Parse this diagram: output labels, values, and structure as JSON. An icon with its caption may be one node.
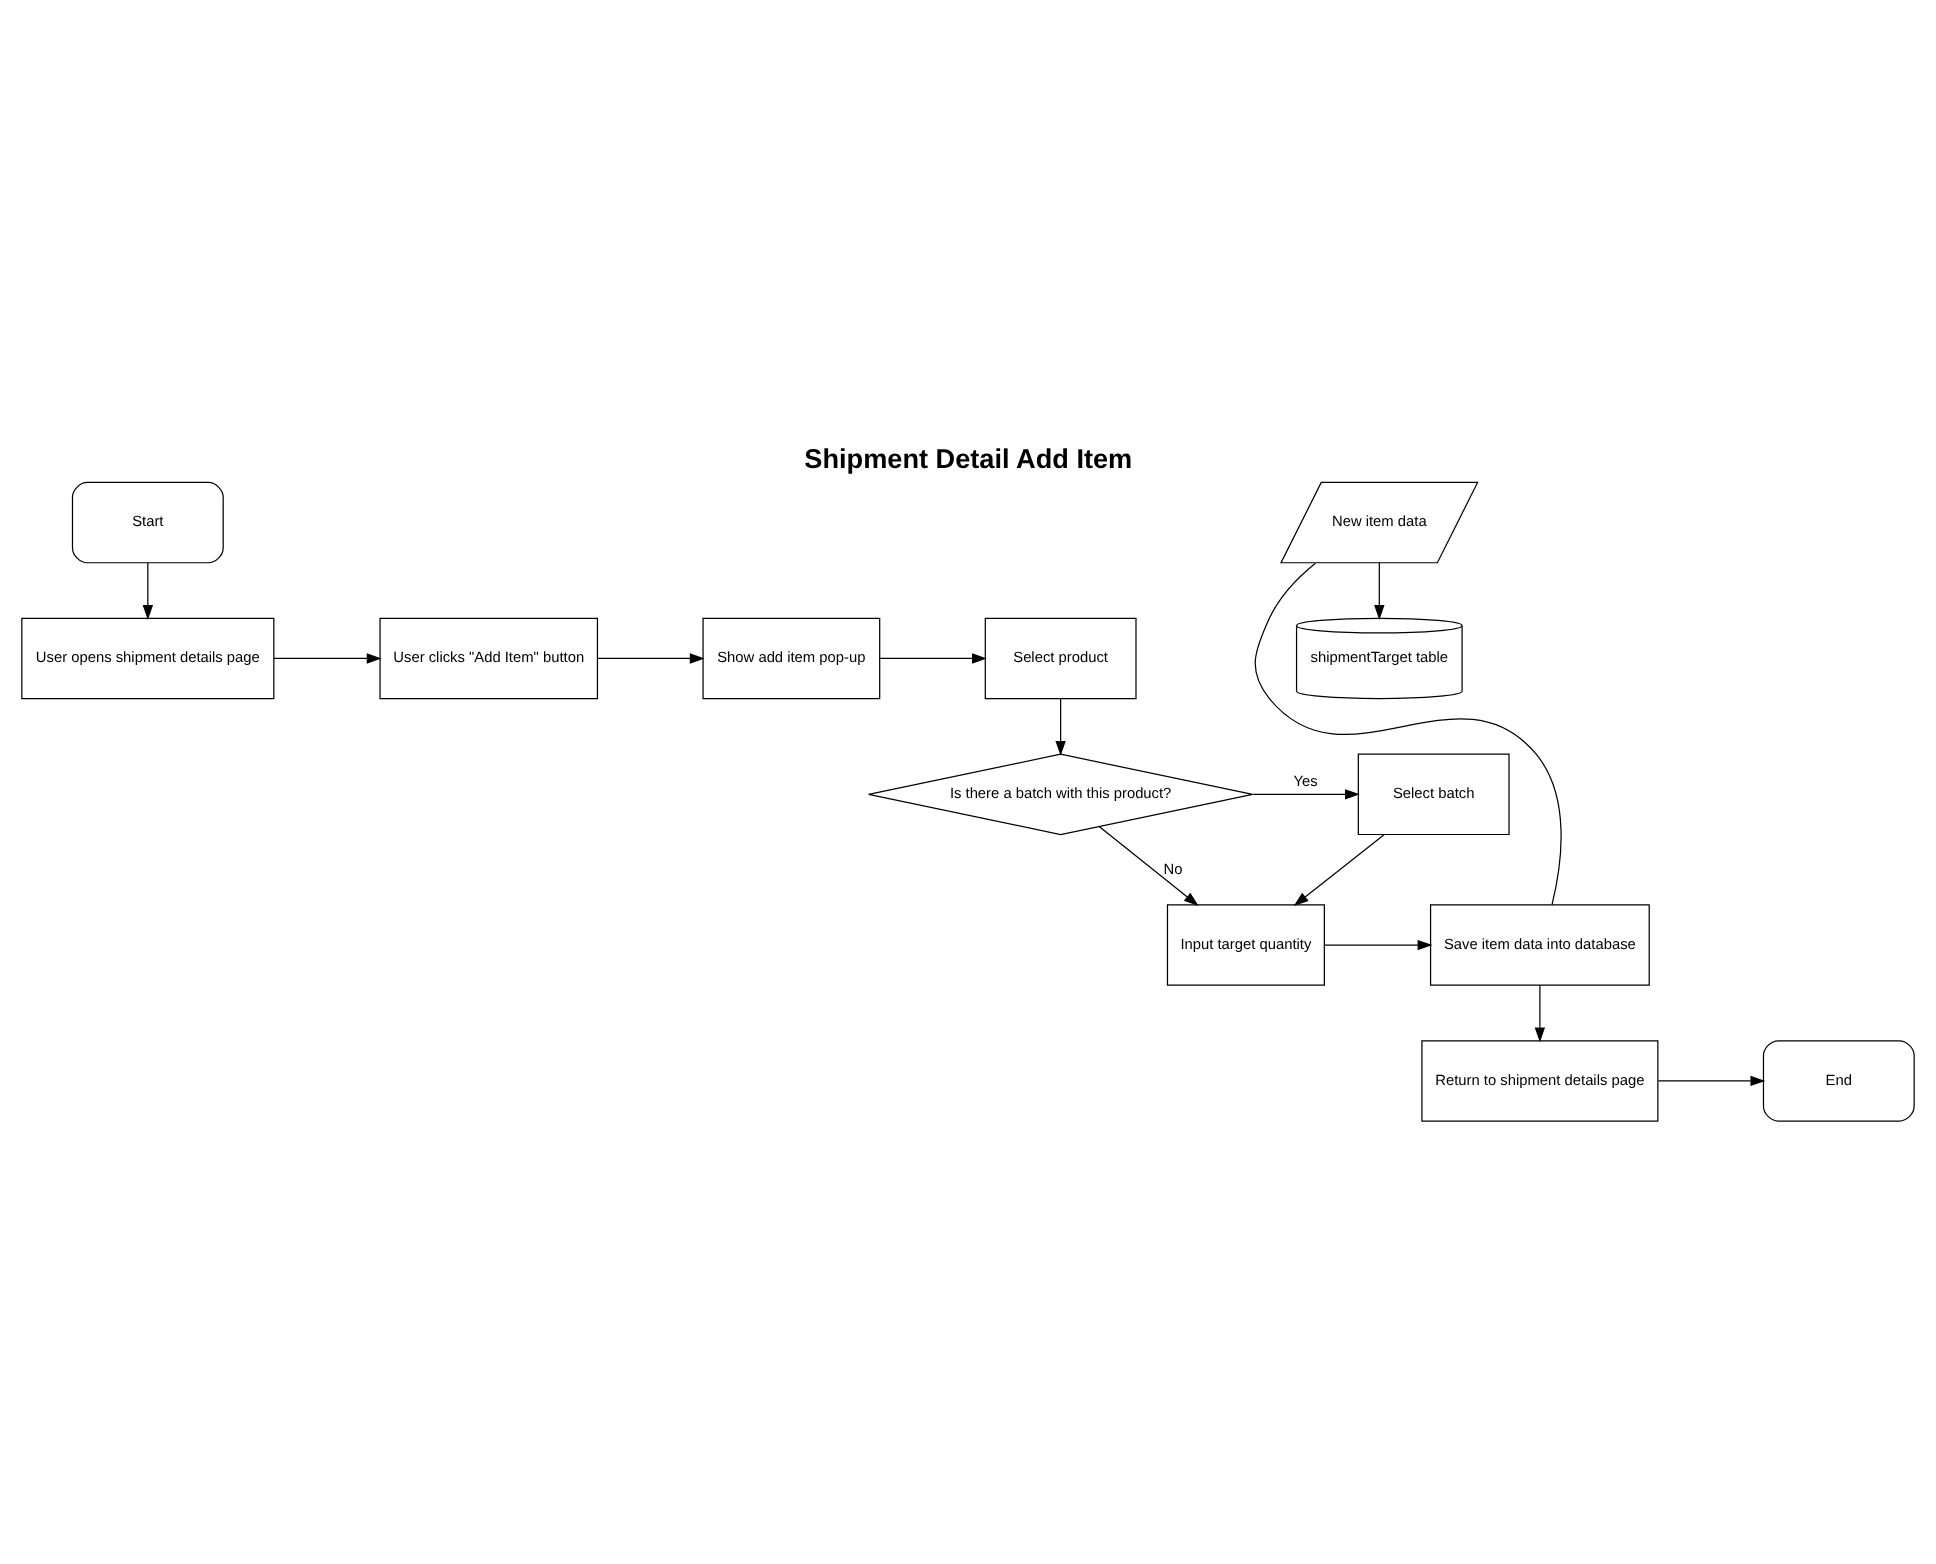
{
  "diagram": {
    "title": "Shipment Detail Add Item",
    "nodes": [
      {
        "text": [
          "Start"
        ]
      },
      {
        "text": [
          "User opens shipment details page"
        ]
      },
      {
        "text": [
          "User clicks \"Add Item\" button"
        ]
      },
      {
        "text": [
          "Show add item pop-up"
        ]
      },
      {
        "text": [
          "Select product"
        ]
      },
      {
        "text": [
          "Is there a batch with this product?"
        ]
      },
      {
        "text": [
          "Select batch"
        ]
      },
      {
        "text": [
          "Input target quantity"
        ]
      },
      {
        "text": [
          "Save item data into database"
        ]
      },
      {
        "text": [
          "New item data"
        ]
      },
      {
        "text": [
          "shipmentTarget table"
        ]
      },
      {
        "text": [
          "Return to shipment details page"
        ]
      },
      {
        "text": [
          "End"
        ]
      }
    ],
    "edges": [
      {
        "from": 0,
        "to": 1,
        "arrow": "to"
      },
      {
        "from": 1,
        "to": 2,
        "arrow": "to"
      },
      {
        "from": 2,
        "to": 3,
        "arrow": "to"
      },
      {
        "from": 3,
        "to": 4,
        "arrow": "to"
      },
      {
        "from": 4,
        "to": 5,
        "arrow": "to"
      },
      {
        "from": 5,
        "to": 6,
        "arrow": "to",
        "label": "Yes"
      },
      {
        "from": 5,
        "to": 7,
        "arrow": "to",
        "label": "No"
      },
      {
        "from": 6,
        "to": 7,
        "arrow": "to"
      },
      {
        "from": 7,
        "to": 8,
        "arrow": "to"
      },
      {
        "from": 8,
        "to": 9,
        "arrow": "none"
      },
      {
        "from": 9,
        "to": 10,
        "arrow": "to"
      },
      {
        "from": 8,
        "to": 11,
        "arrow": "to"
      },
      {
        "from": 11,
        "to": 12,
        "arrow": "to"
      }
    ]
  }
}
